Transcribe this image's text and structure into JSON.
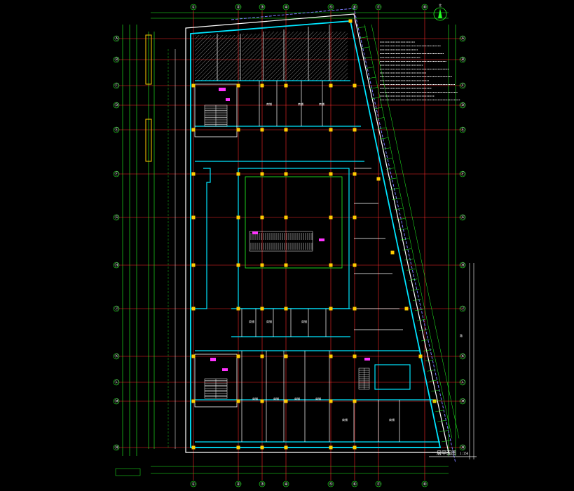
{
  "drawing": {
    "title": "一层平面图",
    "scale": "1:150",
    "north_label": "北",
    "road_label": "路",
    "row_axes": [
      "Ⓐ",
      "Ⓑ",
      "Ⓒ",
      "Ⓓ",
      "Ⓔ",
      "Ⓕ",
      "Ⓖ",
      "Ⓗ",
      "Ⓙ",
      "Ⓚ",
      "Ⓛ",
      "Ⓜ",
      "Ⓝ"
    ],
    "col_axes": [
      "①",
      "②",
      "③",
      "④",
      "⑤",
      "⑥",
      "⑦",
      "⑧"
    ],
    "room_labels": [
      "商铺",
      "商铺",
      "商铺",
      "商铺",
      "商铺",
      "商铺",
      "商铺",
      "商铺",
      "商铺",
      "商铺",
      "商铺",
      "商铺"
    ],
    "colors": {
      "background": "#000000",
      "grid": "#ff2a2a",
      "dimension": "#22ff22",
      "wall": "#00e5ff",
      "column": "#ffcc00",
      "stair": "#ff33ff",
      "outline": "#ffffff"
    }
  }
}
